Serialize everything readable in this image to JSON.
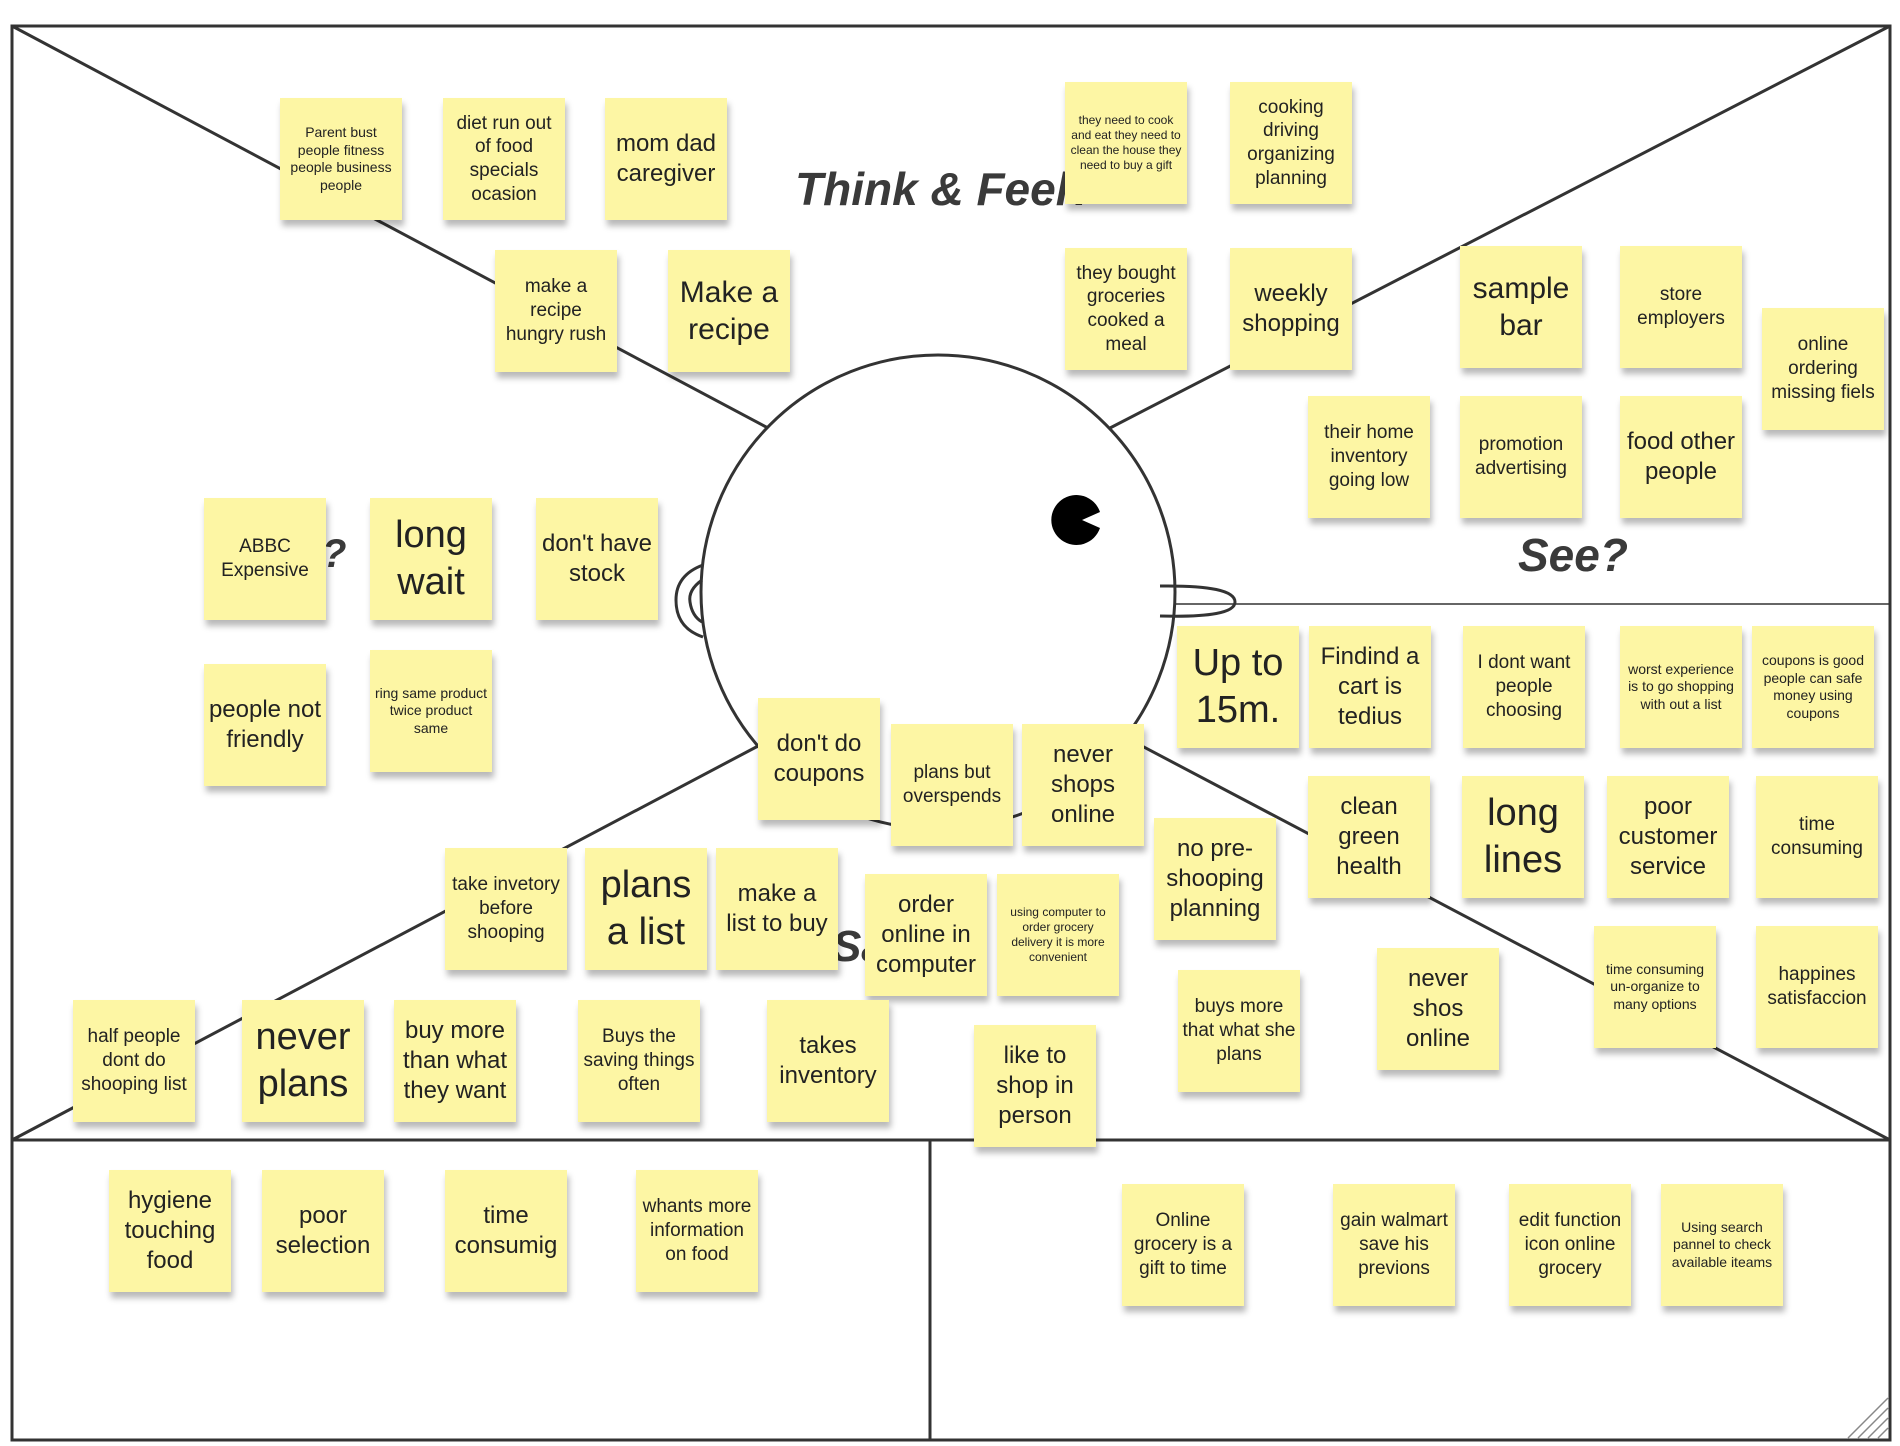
{
  "labels": {
    "think_feel": "Think & Feel?",
    "see": "See?",
    "hear_fragment": "?",
    "say_do_fragment": "Sa",
    "pain_fragment": "",
    "gain_fragment": ""
  },
  "notes": {
    "n1": "Parent bust people fitness people business people",
    "n2": "diet run out of food specials ocasion",
    "n3": "mom dad caregiver",
    "n4": "make a recipe hungry rush",
    "n5": "Make a recipe",
    "n6": "they need to cook and eat they need to clean the house they need to buy a gift",
    "n7": "cooking driving organizing planning",
    "n8": "they bought groceries cooked a meal",
    "n9": "weekly shopping",
    "n10": "sample bar",
    "n11": "store employers",
    "n12": "online ordering missing fiels",
    "n13": "their home inventory going low",
    "n14": "promotion advertising",
    "n15": "food other people",
    "n16": "ABBC Expensive",
    "n17": "long wait",
    "n18": "don't have stock",
    "n19": "people not friendly",
    "n20": "ring same product twice product same",
    "n21": "Up to 15m.",
    "n22": "Findind a cart is tedius",
    "n23": "I dont want people choosing",
    "n24": "worst experience is to go shopping with out a list",
    "n25": "coupons is good people can safe money using coupons",
    "n26": "don't do coupons",
    "n27": "plans but overspends",
    "n28": "never shops online",
    "n29": "no pre-shooping planning",
    "n30": "clean green health",
    "n31": "long lines",
    "n32": "poor customer service",
    "n33": "time consuming",
    "n34": "take invetory before shooping",
    "n35": "plans a list",
    "n36": "make a list to buy",
    "n37": "order online in computer",
    "n38": "using computer to order grocery delivery it is more convenient",
    "n39": "buys more that what she plans",
    "n40": "never shos online",
    "n41": "time consuming un-organize to many options",
    "n42": "happines satisfaccion",
    "n43": "half people dont do shooping list",
    "n44": "never plans",
    "n45": "buy more than what they want",
    "n46": "Buys the saving things often",
    "n47": "takes inventory",
    "n48": "like to shop in person",
    "n49": "hygiene touching food",
    "n50": "poor selection",
    "n51": "time consumig",
    "n52": "whants more information on food",
    "n53": "Online grocery is a gift to time",
    "n54": "gain walmart save his previons",
    "n55": "edit function icon online grocery",
    "n56": "Using search pannel to check available iteams"
  }
}
